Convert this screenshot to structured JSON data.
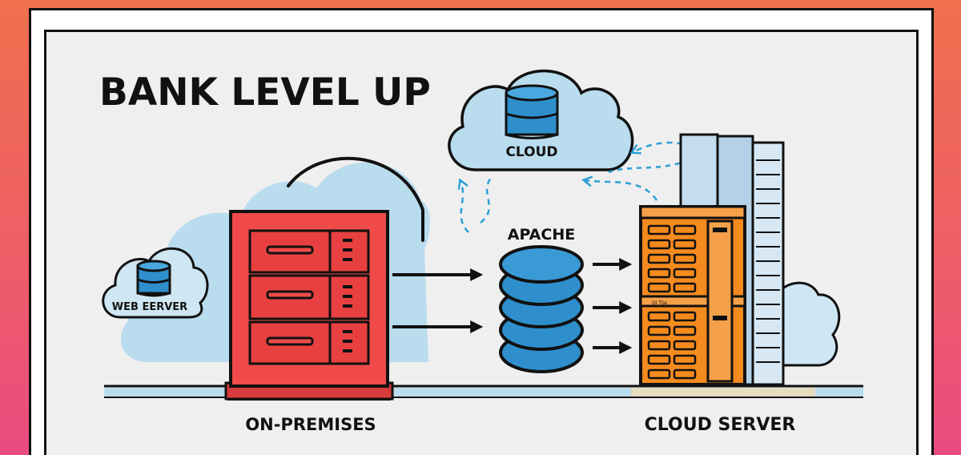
{
  "title": "BANK LEVEL UP",
  "nodes": {
    "cloud": "CLOUD",
    "web_server": "WEB EERVER",
    "apache": "APACHE",
    "server_label": "OI Tbs"
  },
  "footer": {
    "left": "ON-PREMISES",
    "right": "CLOUD SERVER"
  },
  "colors": {
    "background_top": "#f0704e",
    "background_bottom": "#e94b80",
    "panel": "#efefef",
    "cloud_fill": "#b9dcee",
    "database_blue": "#2e8fcc",
    "on_premises_red": "#f04a4a",
    "cloud_server_orange": "#f58a1e",
    "rack_blue": "#c5dcee",
    "outline": "#111111",
    "dashed_arrow": "#2a9fd6"
  }
}
